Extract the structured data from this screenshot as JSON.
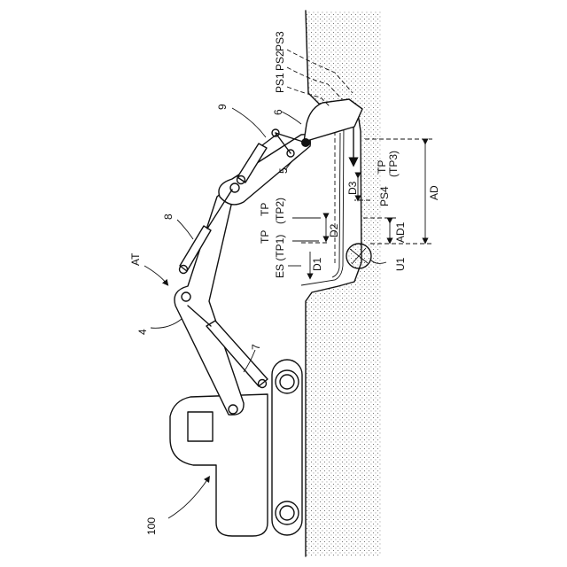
{
  "labels": {
    "ref_100": "100",
    "ref_at": "AT",
    "ref_4": "4",
    "ref_7": "7",
    "ref_8": "8",
    "ref_9": "9",
    "ref_6": "6",
    "ref_5": "5",
    "ps1": "PS1",
    "ps2": "PS2",
    "ps3": "PS3",
    "ps4": "PS4",
    "tp_top": "TP",
    "tp3": "(TP3)",
    "tp_mid": "TP",
    "tp2": "(TP2)",
    "tp_low": "TP",
    "es_tp1": "ES (TP1)",
    "d1": "D1",
    "d2": "D2",
    "d3": "D3",
    "ad": "AD",
    "ad1": "AD1",
    "u1": "U1"
  }
}
